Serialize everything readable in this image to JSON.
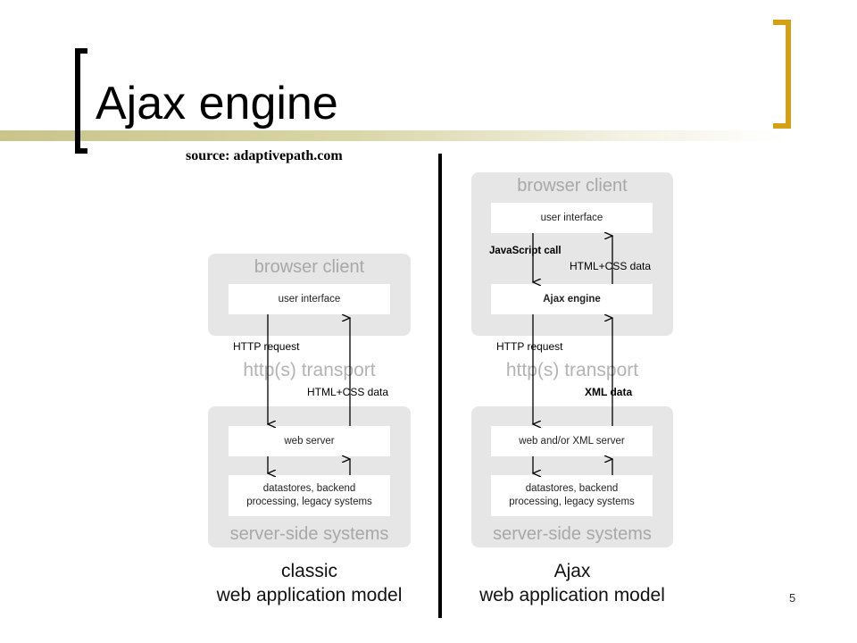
{
  "slide": {
    "title": "Ajax engine",
    "source": "source: adaptivepath.com",
    "page_number": "5"
  },
  "classic": {
    "browser_client": "browser client",
    "user_interface": "user interface",
    "http_request": "HTTP request",
    "transport": "http(s) transport",
    "html_css_data": "HTML+CSS data",
    "web_server": "web server",
    "datastores_line1": "datastores, backend",
    "datastores_line2": "processing, legacy systems",
    "server_side": "server-side systems",
    "caption_line1": "classic",
    "caption_line2": "web application model"
  },
  "ajax": {
    "browser_client": "browser client",
    "user_interface": "user interface",
    "javascript_call": "JavaScript call",
    "html_css_data": "HTML+CSS data",
    "ajax_engine": "Ajax engine",
    "http_request": "HTTP request",
    "transport": "http(s) transport",
    "xml_data": "XML data",
    "web_xml_server": "web and/or XML server",
    "datastores_line1": "datastores, backend",
    "datastores_line2": "processing, legacy systems",
    "server_side": "server-side systems",
    "caption_line1": "Ajax",
    "caption_line2": "web application model"
  },
  "colors": {
    "bracket_left": "#000000",
    "bracket_right": "#d4a017",
    "panel_bg": "#e6e6e6",
    "panel_title": "#a8a8a8"
  }
}
